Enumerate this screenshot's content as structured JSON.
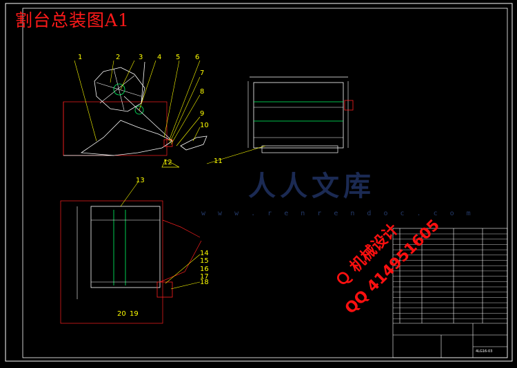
{
  "drawing": {
    "title": "割台总装图A1",
    "watermark_cn": "人人文库",
    "watermark_url": "w w w . r e n r e n d o c . c o m",
    "stamp_line1": "Ｑ 机械设计",
    "stamp_line2": "QQ 414951605",
    "part_callouts": [
      "1",
      "2",
      "3",
      "4",
      "5",
      "6",
      "7",
      "8",
      "9",
      "10",
      "11",
      "12",
      "13",
      "14",
      "15",
      "16",
      "17",
      "18",
      "20",
      "19"
    ],
    "drawing_number": "4LG16-03",
    "colors": {
      "background": "#000000",
      "frame": "#ffffff",
      "outline": "#ffffff",
      "callout": "#ffff00",
      "dimension": "#ff2020",
      "detail": "#00ff66",
      "title": "#ff1a1a"
    }
  }
}
